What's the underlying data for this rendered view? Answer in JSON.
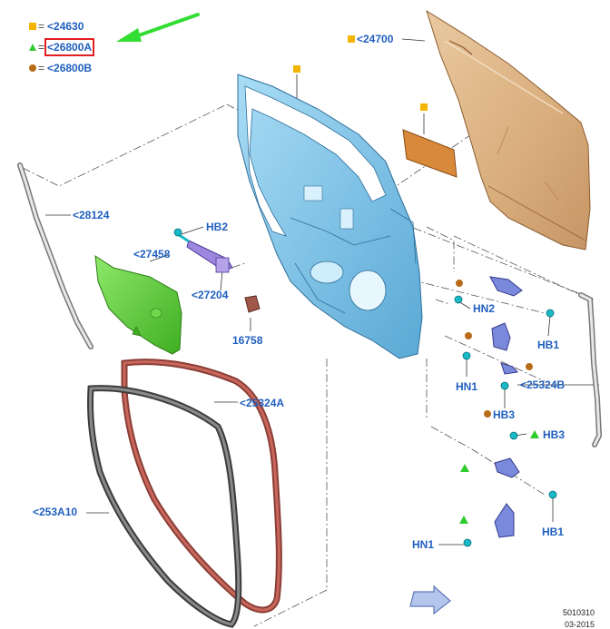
{
  "legend": [
    {
      "marker": "square",
      "color": "#f4b400",
      "label": "<24630",
      "highlighted": false
    },
    {
      "marker": "triangle",
      "color": "#2ecc2e",
      "label": "<26800A",
      "highlighted": true
    },
    {
      "marker": "circle",
      "color": "#b86b18",
      "label": "<26800B",
      "highlighted": false
    }
  ],
  "legend_equals": "=",
  "callouts": {
    "p24700": "<24700",
    "p28124": "<28124",
    "hb2": "HB2",
    "p27458": "<27458",
    "p27204": "<27204",
    "p16758": "16758",
    "hn2": "HN2",
    "hb1_top": "HB1",
    "hn1_top": "HN1",
    "p25324b": "<25324B",
    "hb3_mid": "HB3",
    "hb3_right": "HB3",
    "p25324a": "<25324A",
    "p253a10": "<253A10",
    "hb1_bottom": "HB1",
    "hn1_bottom": "HN1"
  },
  "reference": {
    "code": "5010310",
    "date": "03-2015"
  },
  "colors": {
    "label_blue": "#1f5fbf",
    "door_frame": "#7fc4e8",
    "outer_panel": "#e3b98a",
    "trim_green": "#55cc33",
    "seal_red": "#b4463c",
    "seal_grey": "#555555",
    "hinge_blue": "#6f7fd6",
    "bolt_cyan": "#19b9c8",
    "highlight_red": "#e02020",
    "arrow_green": "#33dd33"
  },
  "icons": {
    "pointer_arrow": "green-arrow-icon",
    "direction_arrow": "front-direction-arrow-icon"
  }
}
